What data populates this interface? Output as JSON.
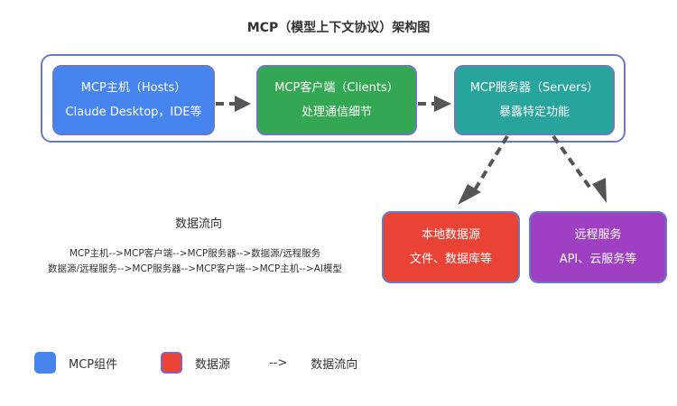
{
  "title": "MCP（模型上下文协议）架构图",
  "nodes": {
    "host": {
      "line1": "MCP主机（Hosts）",
      "line2": "Claude Desktop，IDE等",
      "color": "#4684ee"
    },
    "client": {
      "line1": "MCP客户端（Clients）",
      "line2": "处理通信细节",
      "color": "#34a753"
    },
    "server": {
      "line1": "MCP服务器（Servers）",
      "line2": "暴露特定功能",
      "color": "#27a59c"
    },
    "local": {
      "line1": "本地数据源",
      "line2": "文件、数据库等",
      "color": "#e94335"
    },
    "remote": {
      "line1": "远程服务",
      "line2": "API、云服务等",
      "color": "#9f40c2"
    }
  },
  "flow": {
    "title": "数据流向",
    "line1": "MCP主机-->MCP客户端-->MCP服务器-->数据源/远程服务",
    "line2": "数据源/远程服务-->MCP服务器-->MCP客户端-->MCP主机-->AI模型"
  },
  "legend": {
    "mcp_component": "MCP组件",
    "data_source": "数据源",
    "arrow_symbol": "-->",
    "data_flow": "数据流向"
  },
  "colors": {
    "group_border": "#6a7bc4",
    "arrow": "#555555"
  }
}
